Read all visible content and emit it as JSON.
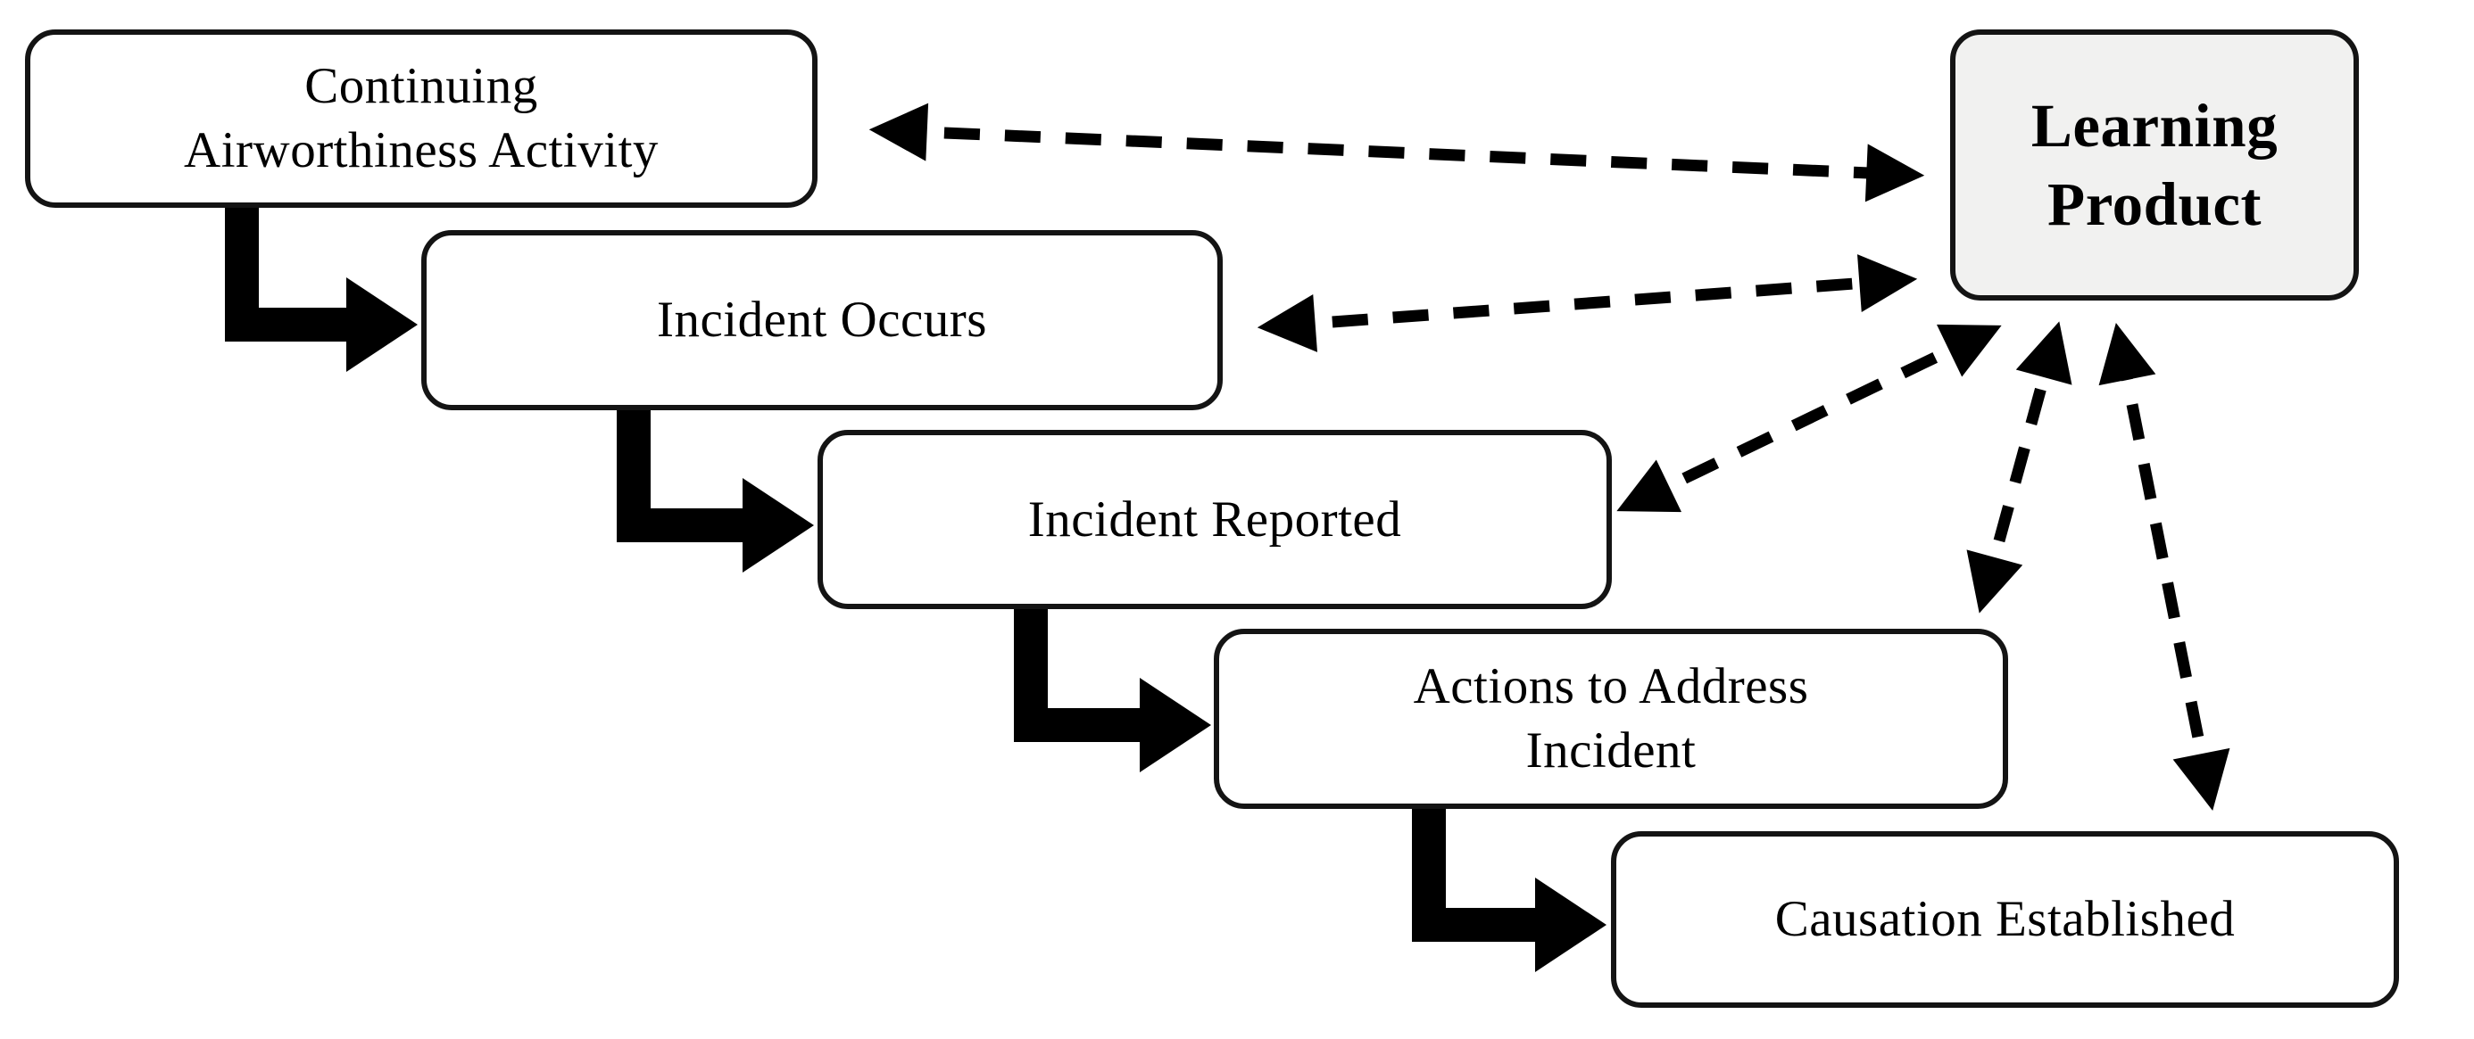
{
  "diagram": {
    "title_hint": "Continuing airworthiness incident learning loop",
    "nodes": {
      "continuing_airworthiness": {
        "label": "Continuing\nAirworthiness Activity"
      },
      "incident_occurs": {
        "label": "Incident Occurs"
      },
      "incident_reported": {
        "label": "Incident Reported"
      },
      "actions_to_address": {
        "label": "Actions to Address\nIncident"
      },
      "causation_established": {
        "label": "Causation Established"
      },
      "learning_product": {
        "label": "Learning\nProduct"
      }
    },
    "flow_arrows": [
      {
        "from": "continuing_airworthiness",
        "to": "incident_occurs",
        "style": "solid-elbow"
      },
      {
        "from": "incident_occurs",
        "to": "incident_reported",
        "style": "solid-elbow"
      },
      {
        "from": "incident_reported",
        "to": "actions_to_address",
        "style": "solid-elbow"
      },
      {
        "from": "actions_to_address",
        "to": "causation_established",
        "style": "solid-elbow"
      }
    ],
    "feedback_arrows": [
      {
        "between": "continuing_airworthiness",
        "and": "learning_product",
        "style": "dashed-double-headed"
      },
      {
        "between": "incident_occurs",
        "and": "learning_product",
        "style": "dashed-double-headed"
      },
      {
        "between": "incident_reported",
        "and": "learning_product",
        "style": "dashed-double-headed"
      },
      {
        "between": "actions_to_address",
        "and": "learning_product",
        "style": "dashed-double-headed"
      },
      {
        "between": "causation_established",
        "and": "learning_product",
        "style": "dashed-double-headed"
      }
    ],
    "colors": {
      "background": "#ffffff",
      "node_fill": "#ffffff",
      "learning_product_fill": "#f1f1f0",
      "line": "#000000",
      "border": "#141414",
      "text": "#000000"
    }
  }
}
